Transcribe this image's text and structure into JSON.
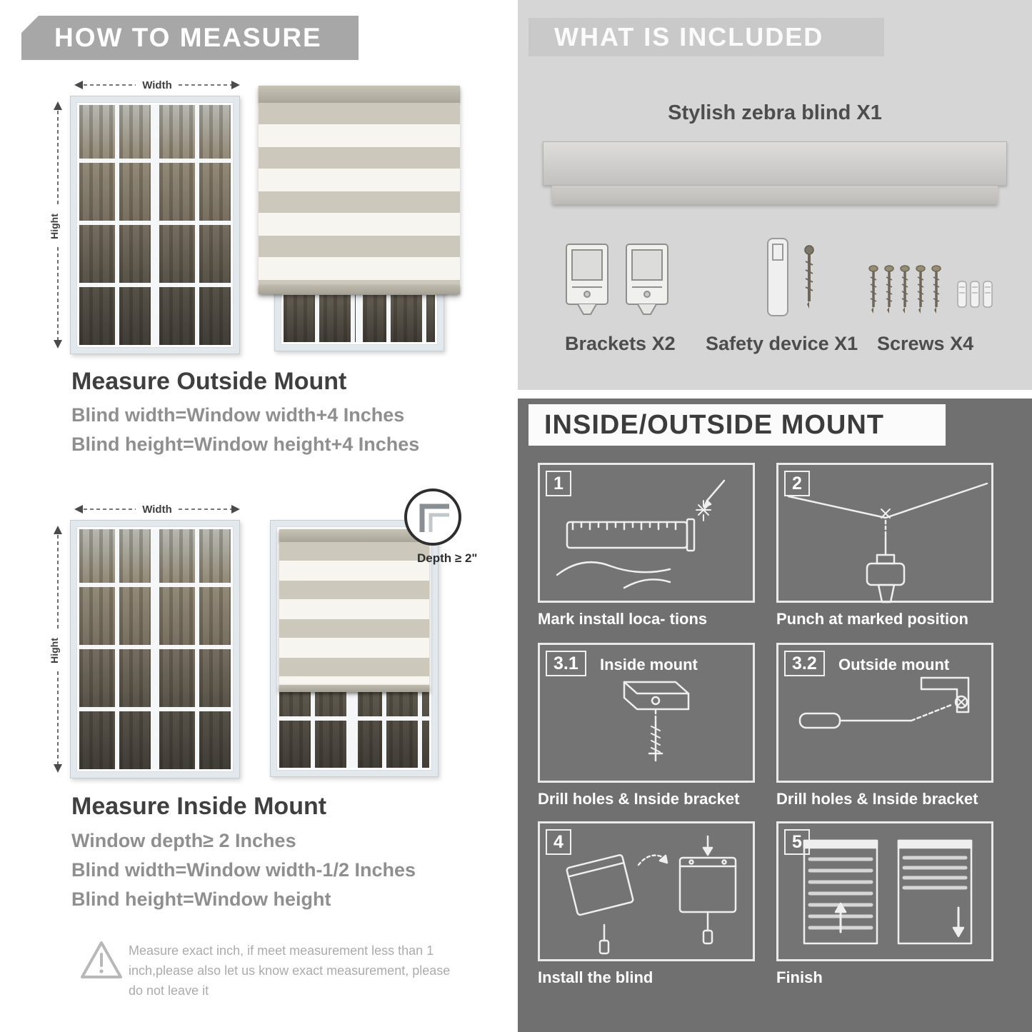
{
  "left": {
    "header": "HOW TO MEASURE",
    "labels": {
      "width": "Width",
      "height": "Hight"
    },
    "outside": {
      "title": "Measure Outside Mount",
      "line1": "Blind width=Window width+4 Inches",
      "line2": "Blind height=Window height+4 Inches"
    },
    "inside": {
      "title": "Measure Inside Mount",
      "depth_callout": "Depth ≥ 2\"",
      "line1": "Window depth≥ 2 Inches",
      "line2": "Blind width=Window width-1/2 Inches",
      "line3": "Blind height=Window height"
    },
    "warning": {
      "text": "Measure exact inch, if meet measurement less than 1 inch,please also let us know exact measurement, please do not leave it"
    }
  },
  "right": {
    "included": {
      "header": "WHAT IS INCLUDED",
      "product": "Stylish zebra blind X1",
      "items": [
        {
          "label": "Brackets X2"
        },
        {
          "label": "Safety device X1"
        },
        {
          "label": "Screws X4"
        }
      ]
    },
    "mount": {
      "header": "INSIDE/OUTSIDE MOUNT",
      "steps": [
        {
          "num": "1",
          "caption": "Mark install loca- tions"
        },
        {
          "num": "2",
          "caption": "Punch at  marked position"
        },
        {
          "num": "3.1",
          "label": "Inside mount",
          "caption": "Drill holes &  Inside bracket"
        },
        {
          "num": "3.2",
          "label": "Outside mount",
          "caption": "Drill holes &  Inside bracket"
        },
        {
          "num": "4",
          "caption": "Install the blind"
        },
        {
          "num": "5",
          "caption": "Finish"
        }
      ]
    }
  },
  "colors": {
    "header_gray": "#a7a7a7",
    "panel_light": "#d6d6d6",
    "panel_dark": "#707070",
    "heading_text": "#3f3f3f",
    "body_text": "#8f8f8f"
  }
}
